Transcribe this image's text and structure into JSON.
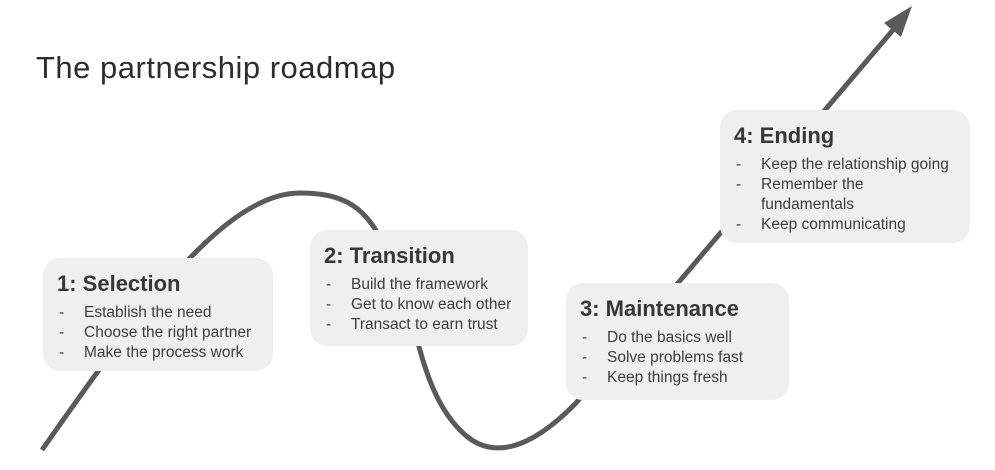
{
  "title": "The partnership roadmap",
  "ui": {
    "bullet_marker": "-"
  },
  "theme": {
    "background": "#ffffff",
    "card_background": "#efefef",
    "curve_color": "#5a5a5a",
    "heading_color": "#373737",
    "body_text_color": "#3d3d3d"
  },
  "stages": [
    {
      "title": "1: Selection",
      "bullets": [
        "Establish the need",
        "Choose the right partner",
        "Make the process work"
      ]
    },
    {
      "title": "2: Transition",
      "bullets": [
        "Build the framework",
        "Get to know each other",
        "Transact to earn trust"
      ]
    },
    {
      "title": "3: Maintenance",
      "bullets": [
        "Do the basics well",
        "Solve problems fast",
        "Keep things fresh"
      ]
    },
    {
      "title": "4: Ending",
      "bullets": [
        "Keep the relationship going",
        "Remember the\nfundamentals",
        "Keep communicating"
      ]
    }
  ]
}
